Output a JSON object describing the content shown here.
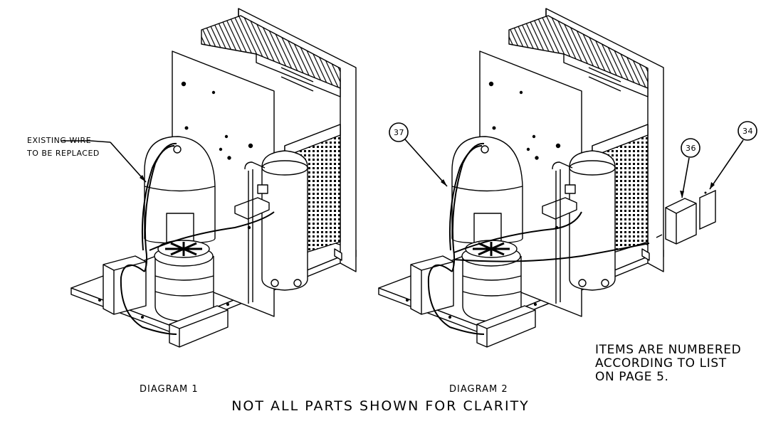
{
  "diagram1": {
    "title": "DIAGRAM 1",
    "callout_line1": "EXISTING WIRE",
    "callout_line2": "TO BE REPLACED"
  },
  "diagram2": {
    "title": "DIAGRAM 2",
    "callouts": [
      "37",
      "36",
      "34"
    ]
  },
  "note": {
    "line1": "ITEMS ARE NUMBERED",
    "line2": "ACCORDING TO LIST",
    "line3": "ON PAGE 5."
  },
  "caption": "NOT ALL PARTS SHOWN FOR CLARITY",
  "colors": {
    "line": "#000000",
    "background": "#ffffff"
  }
}
